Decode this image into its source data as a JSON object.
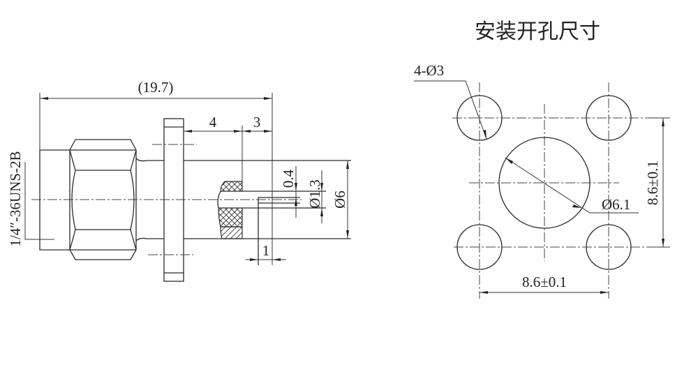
{
  "title": "安装开孔尺寸",
  "side_view": {
    "overall_length": "(19.7)",
    "dim_flange_to_dielectric": "4",
    "dim_dielectric_to_end": "3",
    "dim_pin_offset": "1",
    "dim_dielectric_step": "0.4",
    "dim_pin_diameter": "Ø1.3",
    "dim_body_diameter": "Ø6",
    "thread_spec": "1/4″-36UNS-2B"
  },
  "panel_cutout": {
    "mount_holes": "4-Ø3",
    "center_hole": "Ø6.1",
    "vertical_spacing": "8.6±0.1",
    "horizontal_spacing": "8.6±0.1"
  }
}
